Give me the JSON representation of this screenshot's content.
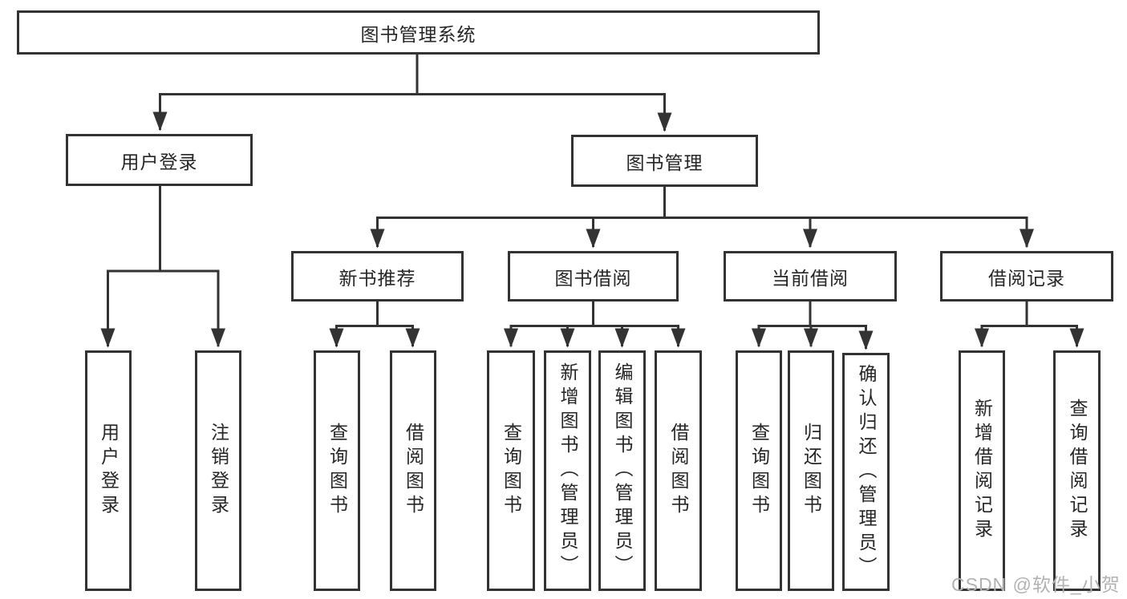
{
  "diagram": {
    "title": "图书管理系统",
    "nodes": {
      "root": "图书管理系统",
      "user_login": "用户登录",
      "book_management": "图书管理",
      "new_book_rec": "新书推荐",
      "book_borrow": "图书借阅",
      "current_borrow": "当前借阅",
      "borrow_records": "借阅记录",
      "leaf_user_login": "用户登录",
      "leaf_logout": "注销登录",
      "leaf_nb_query": "查询图书",
      "leaf_nb_borrow": "借阅图书",
      "leaf_bb_query": "查询图书",
      "leaf_bb_add": "新增图书（管理员）",
      "leaf_bb_edit": "编辑图书（管理员）",
      "leaf_bb_borrow": "借阅图书",
      "leaf_cb_query": "查询图书",
      "leaf_cb_return": "归还图书",
      "leaf_cb_confirm": "确认归还（管理员）",
      "leaf_br_add": "新增借阅记录",
      "leaf_br_query": "查询借阅记录"
    },
    "colors": {
      "line": "#333333",
      "text": "#262626",
      "box_bg": "#ffffff",
      "watermark": "#b2b2b2"
    },
    "watermark": "CSDN @软件_小贺同学"
  }
}
